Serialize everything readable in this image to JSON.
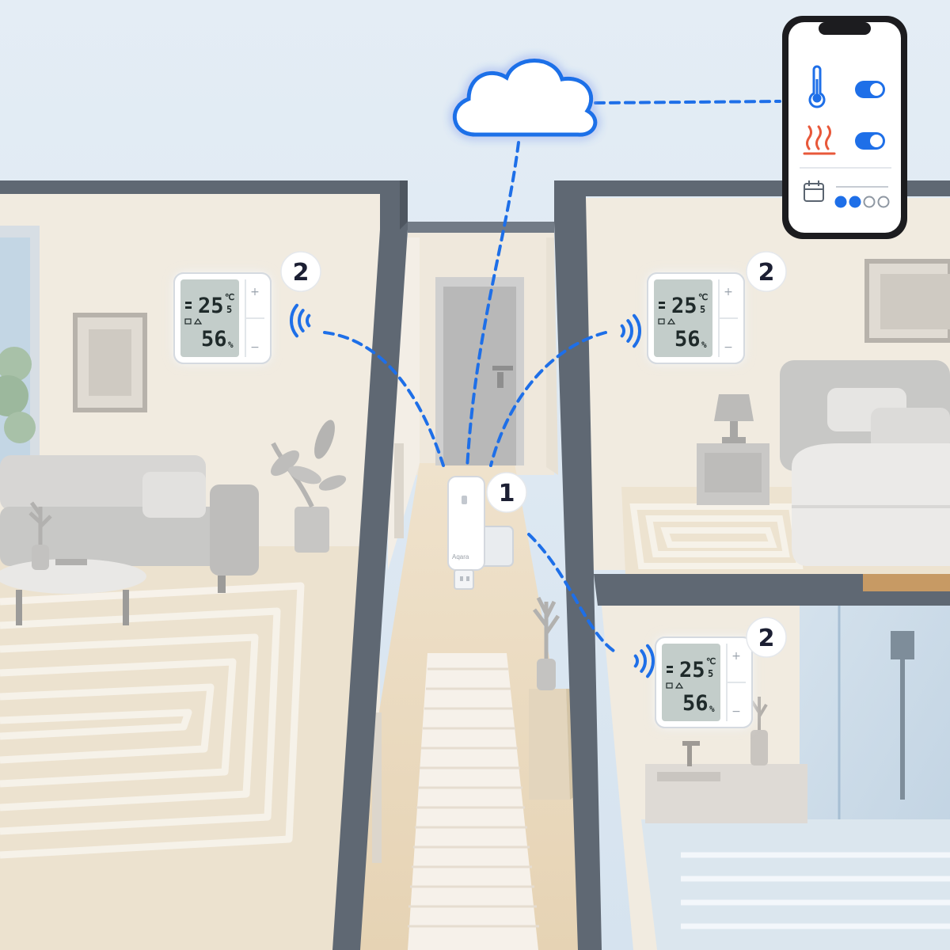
{
  "colors": {
    "accent": "#1e6fe8",
    "sky": "#dde8f2",
    "wall": "#5f6873",
    "heat": "#e8583a"
  },
  "phone": {
    "rows": [
      {
        "icon": "thermometer-icon",
        "toggle_on": true
      },
      {
        "icon": "heating-icon",
        "toggle_on": true
      },
      {
        "icon": "calendar-icon",
        "schedule_dots_filled": 2,
        "schedule_dots_total": 4
      }
    ]
  },
  "hub": {
    "badge": "1",
    "brand": "Aqara"
  },
  "thermostats": [
    {
      "id": "living-room",
      "badge": "2",
      "temperature": "25",
      "temperature_decimal": "5",
      "temperature_unit": "℃",
      "humidity": "56",
      "humidity_unit": "%"
    },
    {
      "id": "bedroom",
      "badge": "2",
      "temperature": "25",
      "temperature_decimal": "5",
      "temperature_unit": "℃",
      "humidity": "56",
      "humidity_unit": "%"
    },
    {
      "id": "bathroom",
      "badge": "2",
      "temperature": "25",
      "temperature_decimal": "5",
      "temperature_unit": "℃",
      "humidity": "56",
      "humidity_unit": "%"
    }
  ]
}
